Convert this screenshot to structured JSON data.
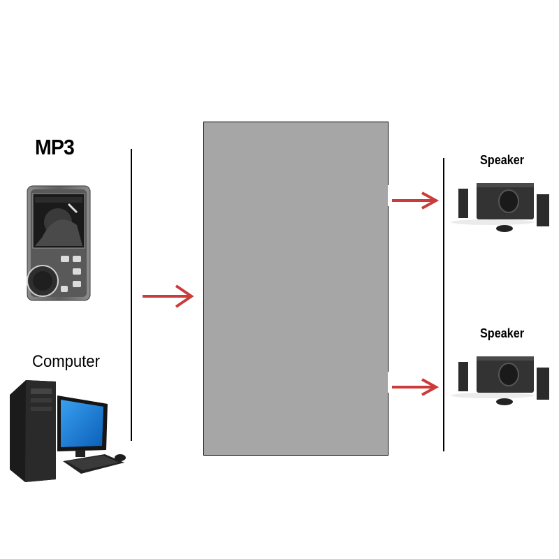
{
  "labels": {
    "mp3": "MP3",
    "computer": "Computer",
    "speaker_top": "Speaker",
    "speaker_bottom": "Speaker"
  },
  "colors": {
    "arrow": "#cc3b3b",
    "box_fill": "#a6a6a6",
    "line": "#000000"
  },
  "icons": {
    "input_1": "mp3-player-icon",
    "input_2": "desktop-computer-icon",
    "output_1": "speaker-system-icon",
    "output_2": "speaker-system-icon"
  }
}
